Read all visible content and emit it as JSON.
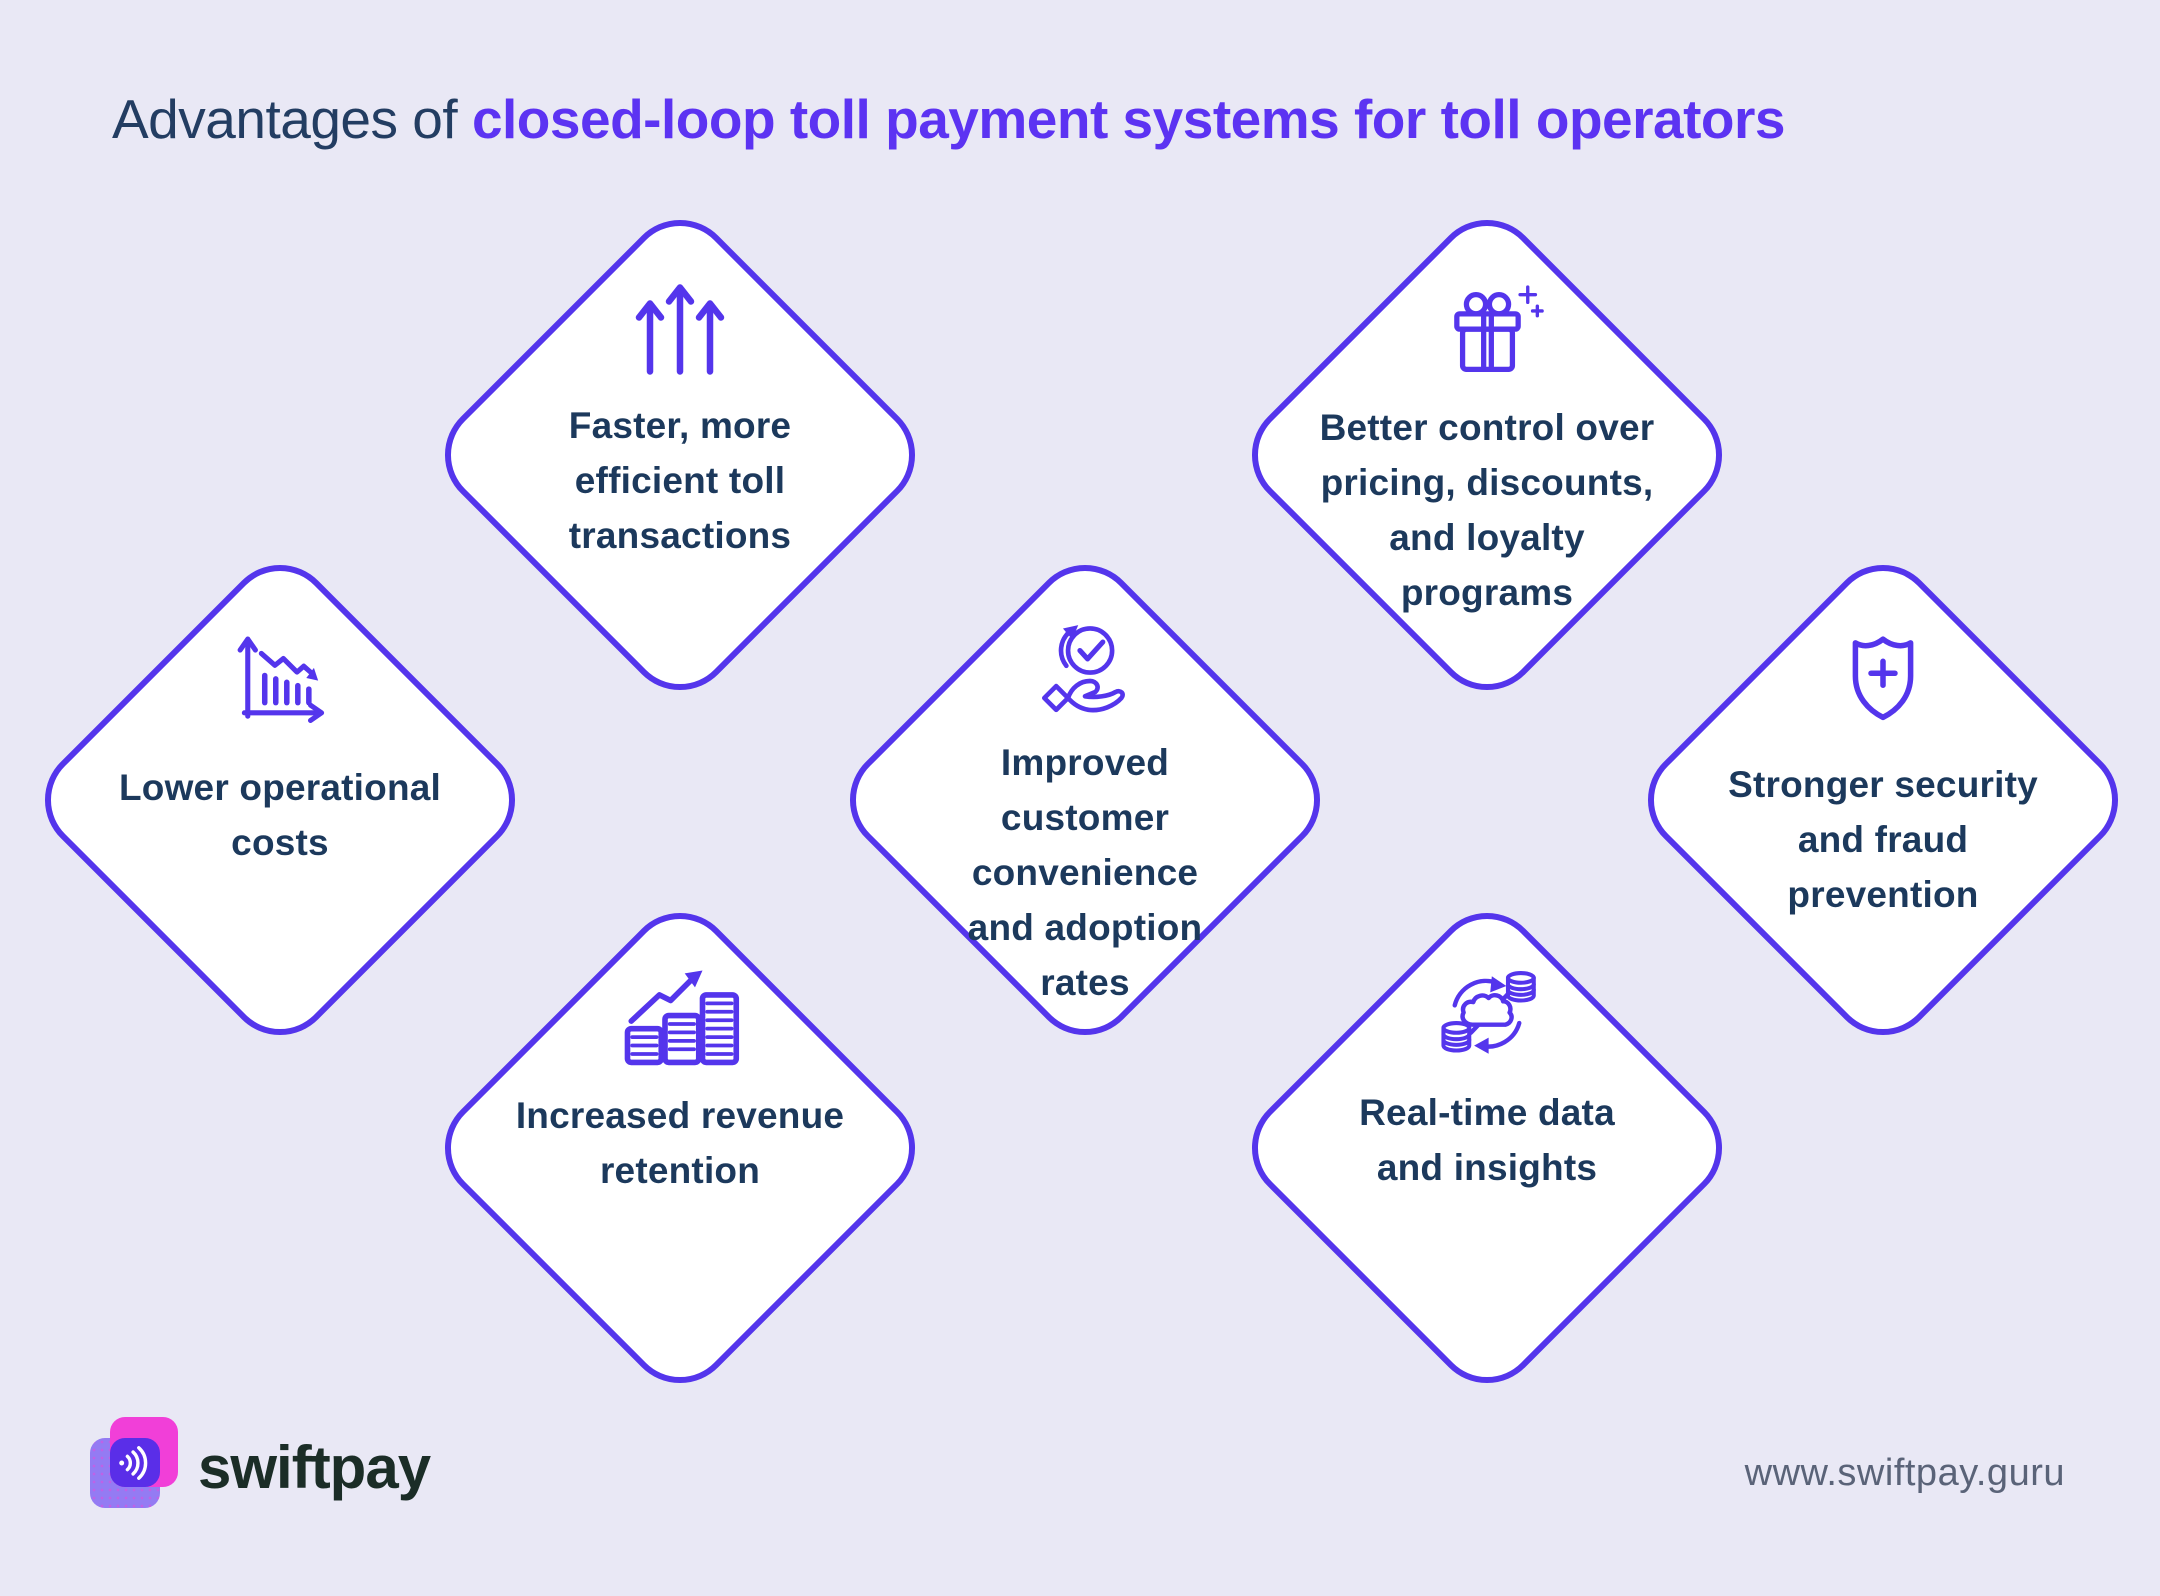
{
  "title": {
    "prefix": "Advantages of ",
    "highlight": "closed-loop toll payment systems for toll operators"
  },
  "cards": [
    {
      "id": "faster-transactions",
      "icon": "up-arrows-icon",
      "lines": [
        "Faster, more",
        "efficient toll",
        "transactions"
      ]
    },
    {
      "id": "pricing-control",
      "icon": "gift-icon",
      "lines": [
        "Better control over",
        "pricing, discounts,",
        "and loyalty",
        "programs"
      ]
    },
    {
      "id": "lower-costs",
      "icon": "declining-chart-icon",
      "lines": [
        "Lower operational",
        "costs"
      ]
    },
    {
      "id": "customer-convenience",
      "icon": "hand-checkmark-icon",
      "lines": [
        "Improved",
        "customer",
        "convenience",
        "and adoption",
        "rates"
      ]
    },
    {
      "id": "security",
      "icon": "shield-plus-icon",
      "lines": [
        "Stronger security",
        "and fraud",
        "prevention"
      ]
    },
    {
      "id": "revenue-retention",
      "icon": "coin-stacks-growth-icon",
      "lines": [
        "Increased revenue",
        "retention"
      ]
    },
    {
      "id": "realtime-data",
      "icon": "data-sync-icon",
      "lines": [
        "Real-time data",
        "and insights"
      ]
    }
  ],
  "footer": {
    "brand": "swiftpay",
    "website": "www.swiftpay.guru"
  },
  "colors": {
    "background": "#E9E8F5",
    "card_fill": "#FFFFFF",
    "accent_purple": "#5435EC",
    "title_highlight": "#5C33F2",
    "text_navy": "#1C395C",
    "brand_pink": "#F13FD8",
    "brand_purple": "#7C5CF2",
    "brand_text": "#1B2D27",
    "url_gray": "#5A6378"
  }
}
